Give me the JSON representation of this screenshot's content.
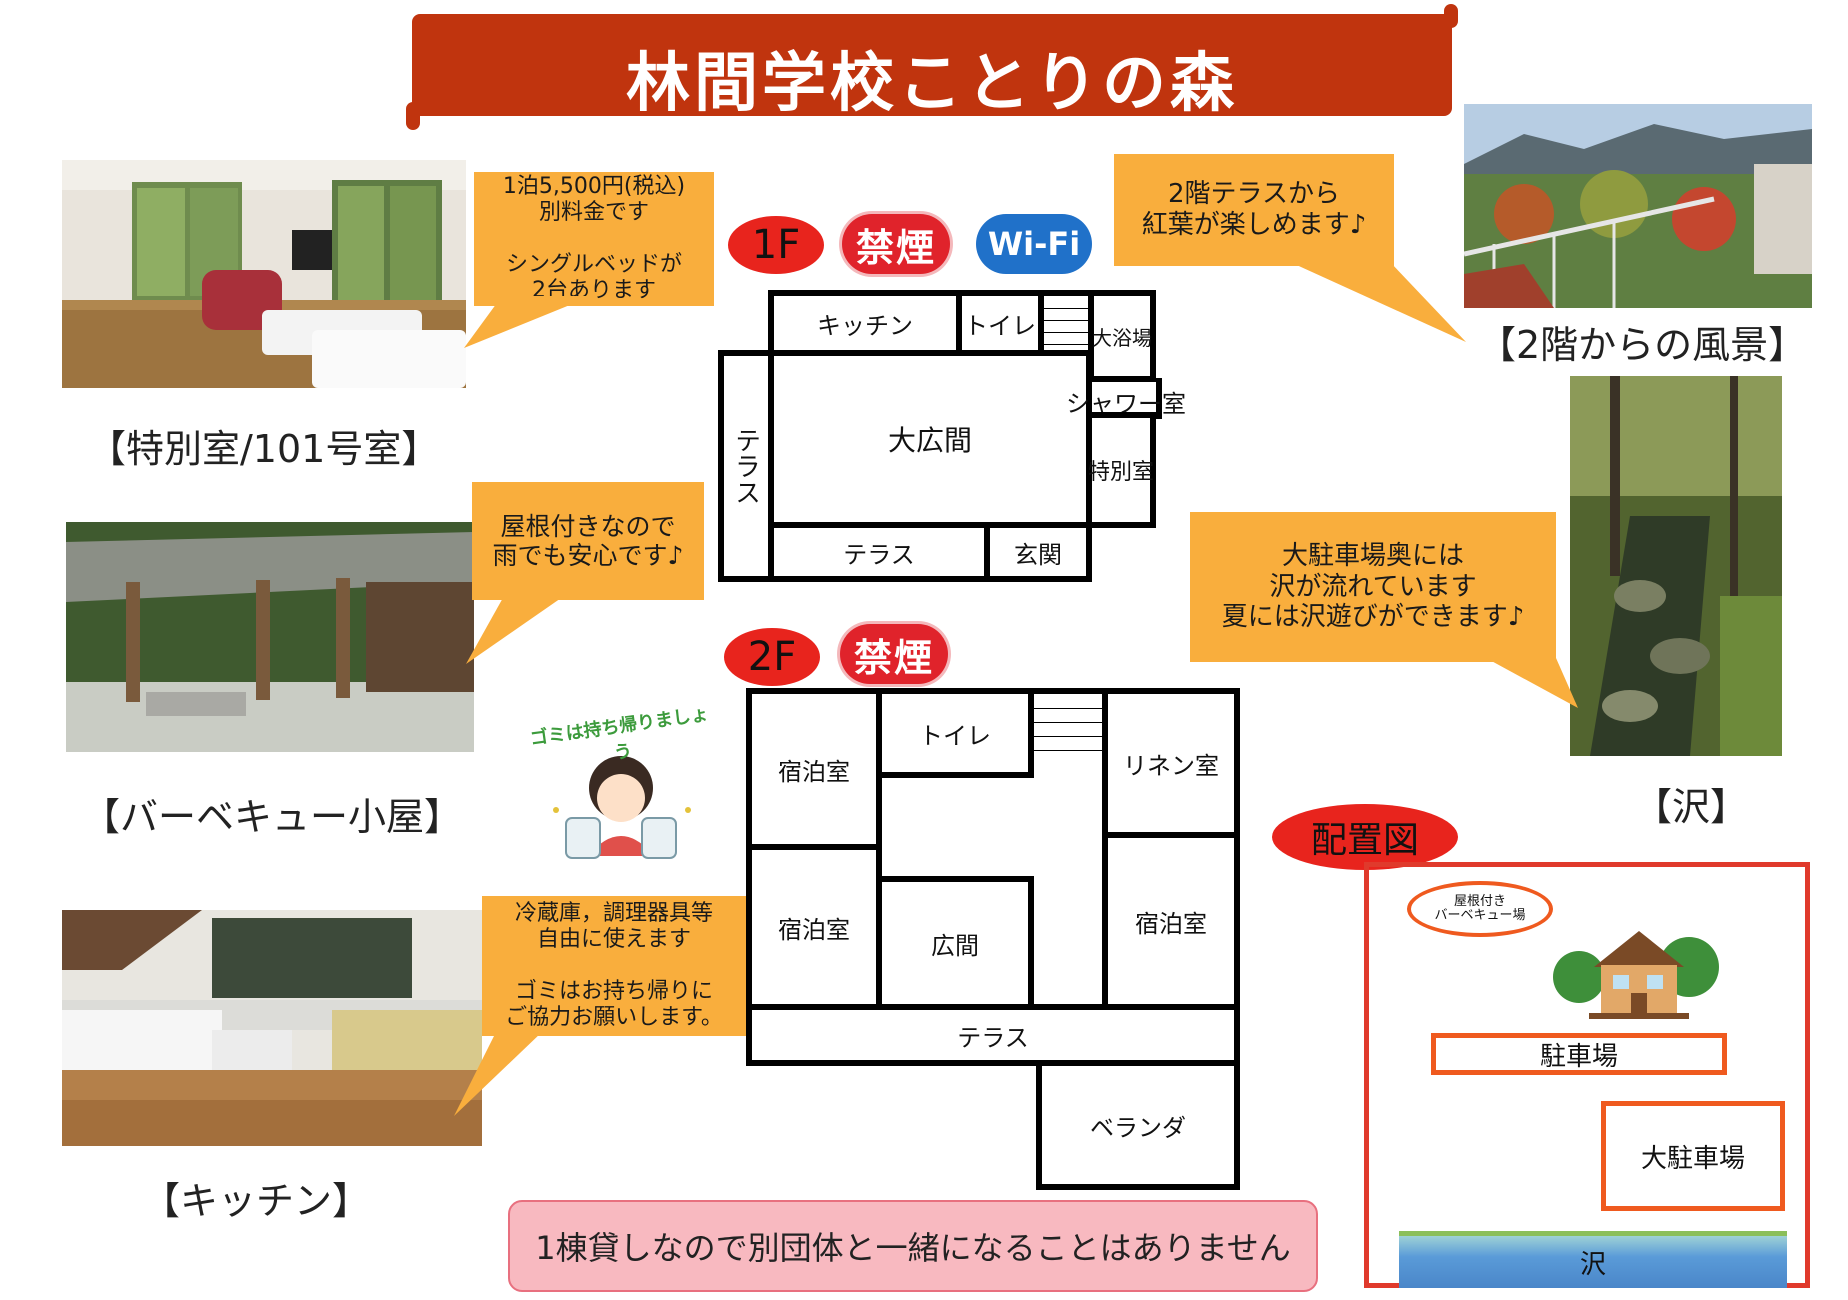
{
  "title": "林間学校ことりの森",
  "photos": {
    "special_room_caption": "【特別室/101号室】",
    "bbq_caption": "【バーベキュー小屋】",
    "kitchen_caption": "【キッチン】",
    "view_caption": "【2階からの風景】",
    "stream_caption": "【沢】"
  },
  "bubbles": {
    "special_room": "1泊5,500円(税込)\n別料金です\n\nシングルベッドが\n2台あります",
    "bbq": "屋根付きなので\n雨でも安心です♪",
    "kitchen": "冷蔵庫，調理器具等\n自由に使えます\n\nゴミはお持ち帰りに\nご協力お願いします。",
    "terrace_view": "2階テラスから\n紅葉が楽しめます♪",
    "stream": "大駐車場奥には\n沢が流れています\n夏には沢遊びができます♪"
  },
  "floor1": {
    "badge": "1F",
    "no_smoking": "禁煙",
    "wifi": "Wi-Fi",
    "rooms": {
      "kitchen": "キッチン",
      "toilet": "トイレ",
      "bath": "大浴場",
      "shower": "シャワー室",
      "hall": "大広間",
      "special": "特別室",
      "terrace_side": "テラス",
      "terrace_bottom": "テラス",
      "entrance": "玄関"
    }
  },
  "floor2": {
    "badge": "2F",
    "no_smoking": "禁煙",
    "rooms": {
      "lodging_1": "宿泊室",
      "toilet": "トイレ",
      "linen": "リネン室",
      "lodging_2": "宿泊室",
      "lounge": "広間",
      "lodging_3": "宿泊室",
      "terrace": "テラス",
      "veranda": "ベランダ"
    }
  },
  "trash_illustration_text": "ゴミは持ち帰りましょう",
  "map": {
    "label": "配置図",
    "bbq": "屋根付き\nバーベキュー場",
    "parking": "駐車場",
    "big_parking": "大駐車場",
    "stream": "沢"
  },
  "notice": "1棟貸しなので別団体と一緒になることはありません",
  "colors": {
    "banner": "#c0340e",
    "bubble": "#f9ae3d",
    "badge_red": "#e8241d",
    "map_border": "#e03a2c",
    "notice_bg": "#f8b9c0"
  }
}
